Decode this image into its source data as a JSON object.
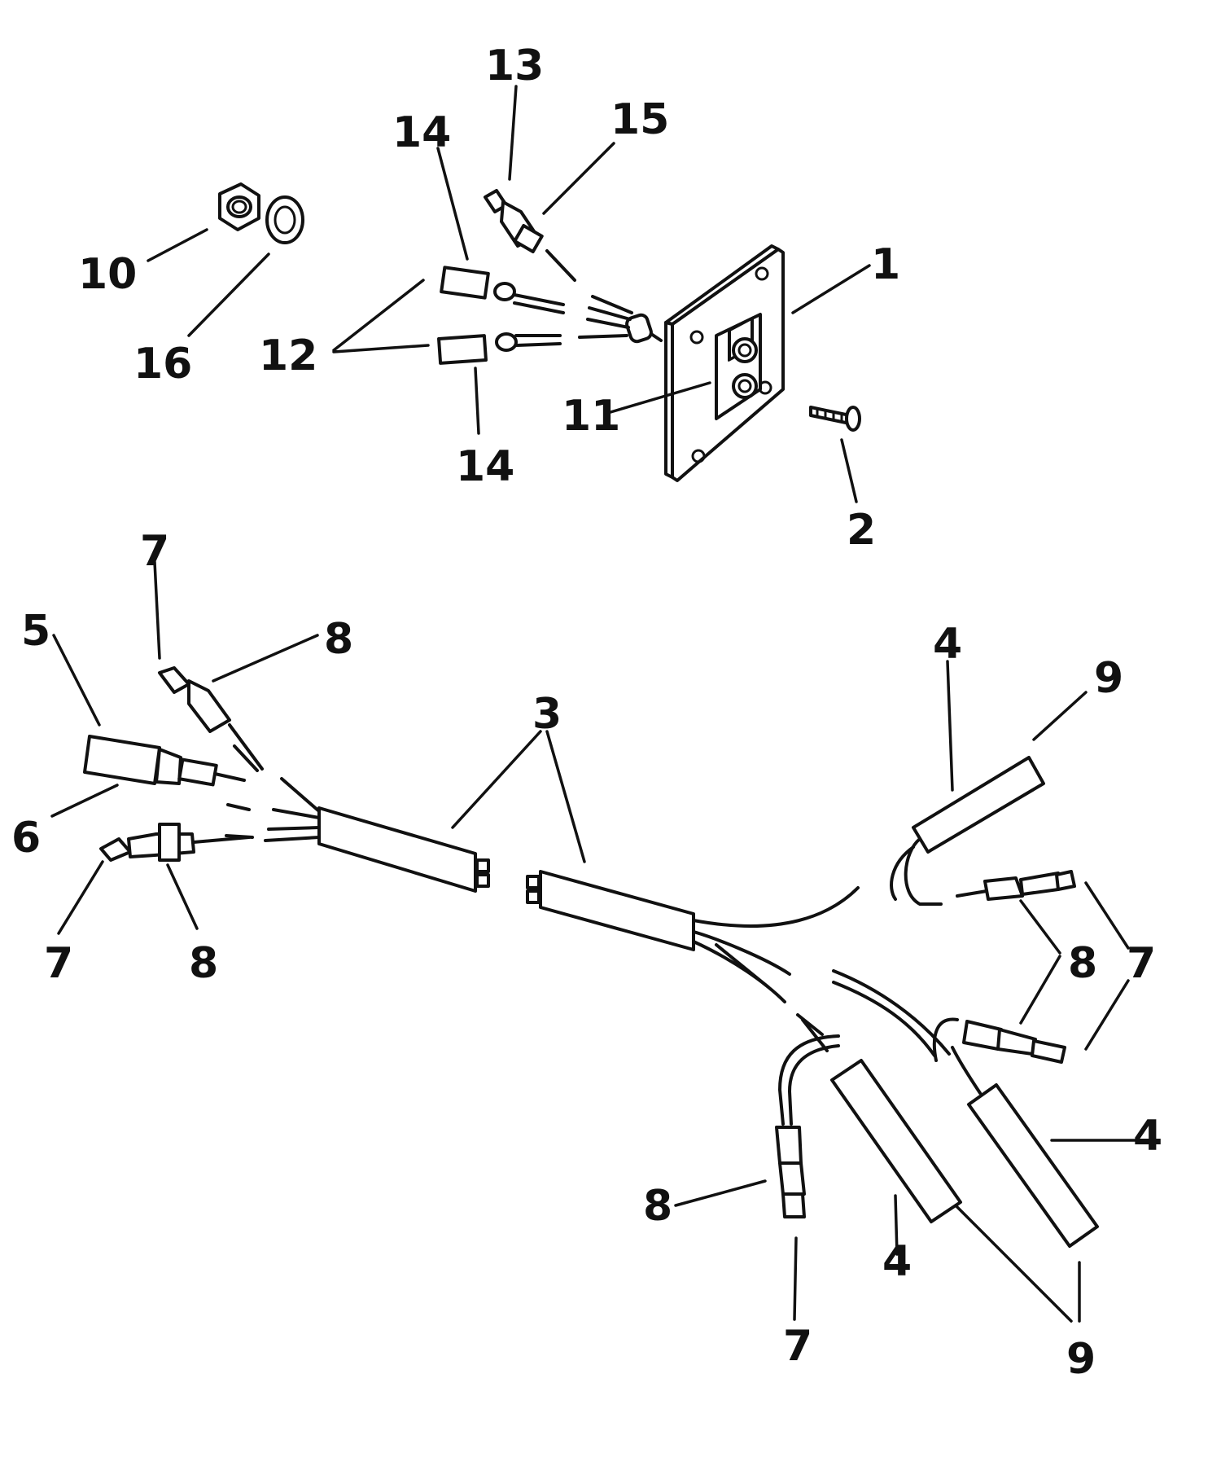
{
  "callouts": [
    {
      "id": "c1",
      "text": "1"
    },
    {
      "id": "c2",
      "text": "2"
    },
    {
      "id": "c3",
      "text": "3"
    },
    {
      "id": "c4a",
      "text": "4"
    },
    {
      "id": "c4b",
      "text": "4"
    },
    {
      "id": "c4c",
      "text": "4"
    },
    {
      "id": "c5",
      "text": "5"
    },
    {
      "id": "c6",
      "text": "6"
    },
    {
      "id": "c7a",
      "text": "7"
    },
    {
      "id": "c7b",
      "text": "7"
    },
    {
      "id": "c7c",
      "text": "7"
    },
    {
      "id": "c7d",
      "text": "7"
    },
    {
      "id": "c8a",
      "text": "8"
    },
    {
      "id": "c8b",
      "text": "8"
    },
    {
      "id": "c8c",
      "text": "8"
    },
    {
      "id": "c8d",
      "text": "8"
    },
    {
      "id": "c9a",
      "text": "9"
    },
    {
      "id": "c9b",
      "text": "9"
    },
    {
      "id": "c10",
      "text": "10"
    },
    {
      "id": "c11",
      "text": "11"
    },
    {
      "id": "c12",
      "text": "12"
    },
    {
      "id": "c13",
      "text": "13"
    },
    {
      "id": "c14a",
      "text": "14"
    },
    {
      "id": "c14b",
      "text": "14"
    },
    {
      "id": "c15",
      "text": "15"
    },
    {
      "id": "c16",
      "text": "16"
    }
  ]
}
